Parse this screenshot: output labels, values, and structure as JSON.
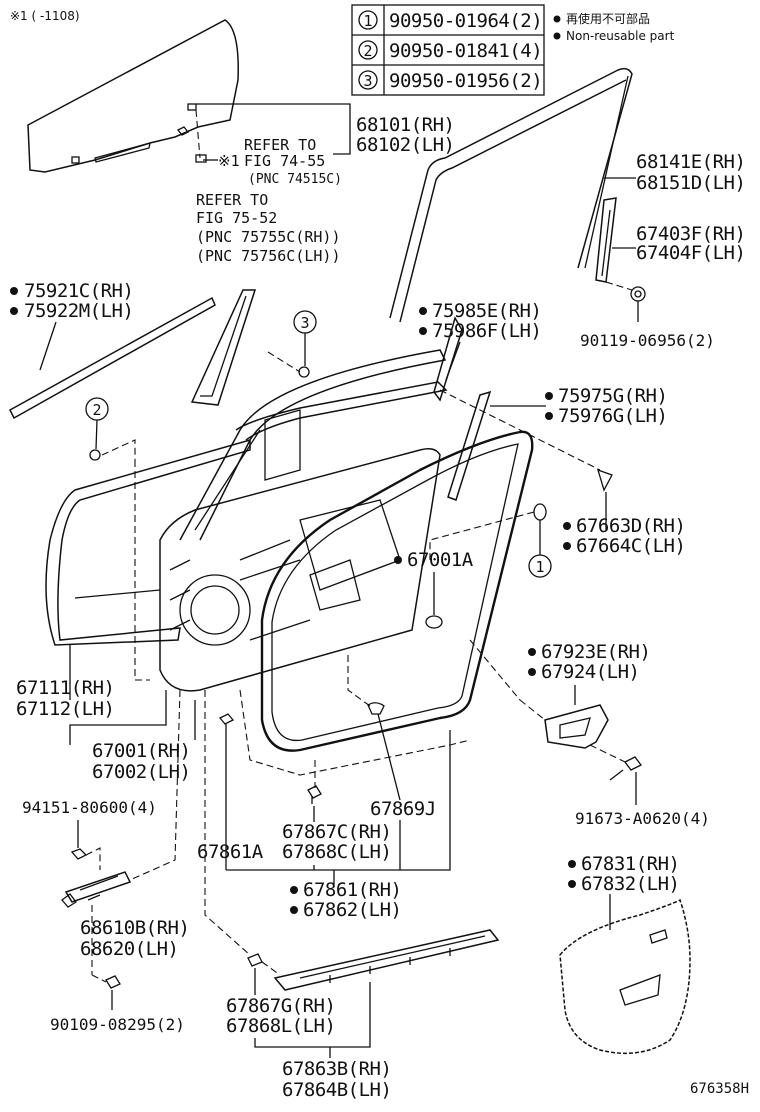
{
  "header": {
    "note": "※1 (      -1108)",
    "table": [
      {
        "num": "1",
        "part": "90950-01964(2)"
      },
      {
        "num": "2",
        "part": "90950-01841(4)"
      },
      {
        "num": "3",
        "part": "90950-01956(2)"
      }
    ],
    "legend": [
      "再使用不可部品",
      "Non-reusable part"
    ]
  },
  "refs": {
    "glass": [
      "REFER TO",
      "FIG 74-55",
      "(PNC 74515C)"
    ],
    "glass_mark": "※1",
    "panel": [
      "REFER TO",
      "FIG 75-52",
      "(PNC 75755C(RH))",
      "(PNC 75756C(LH))"
    ]
  },
  "labels": {
    "p68101": "68101(RH)",
    "p68102": "68102(LH)",
    "p68141": "68141E(RH)",
    "p68151": "68151D(LH)",
    "p67403": "67403F(RH)",
    "p67404": "67404F(LH)",
    "p90119": "90119-06956(2)",
    "p75921": "75921C(RH)",
    "p75922": "75922M(LH)",
    "p75985": "75985E(RH)",
    "p75986": "75986F(LH)",
    "p75975": "75975G(RH)",
    "p75976": "75976G(LH)",
    "p67663": "67663D(RH)",
    "p67664": "67664C(LH)",
    "p67001A": "67001A",
    "p67923": "67923E(RH)",
    "p67924": "67924(LH)",
    "p67111": "67111(RH)",
    "p67112": "67112(LH)",
    "p67001": "67001(RH)",
    "p67002": "67002(LH)",
    "p94151": "94151-80600(4)",
    "p67869J": "67869J",
    "p91673": "91673-A0620(4)",
    "p67867C": "67867C(RH)",
    "p67868C": "67868C(LH)",
    "p67861A": "67861A",
    "p67861": "67861(RH)",
    "p67862": "67862(LH)",
    "p68610": "68610B(RH)",
    "p68620": "68620(LH)",
    "p67831": "67831(RH)",
    "p67832": "67832(LH)",
    "p90109": "90109-08295(2)",
    "p67867G": "67867G(RH)",
    "p67868L": "67868L(LH)",
    "p67863": "67863B(RH)",
    "p67864": "67864B(LH)",
    "footer": "676358H"
  },
  "callouts": {
    "c1": "1",
    "c2": "2",
    "c3": "3"
  }
}
